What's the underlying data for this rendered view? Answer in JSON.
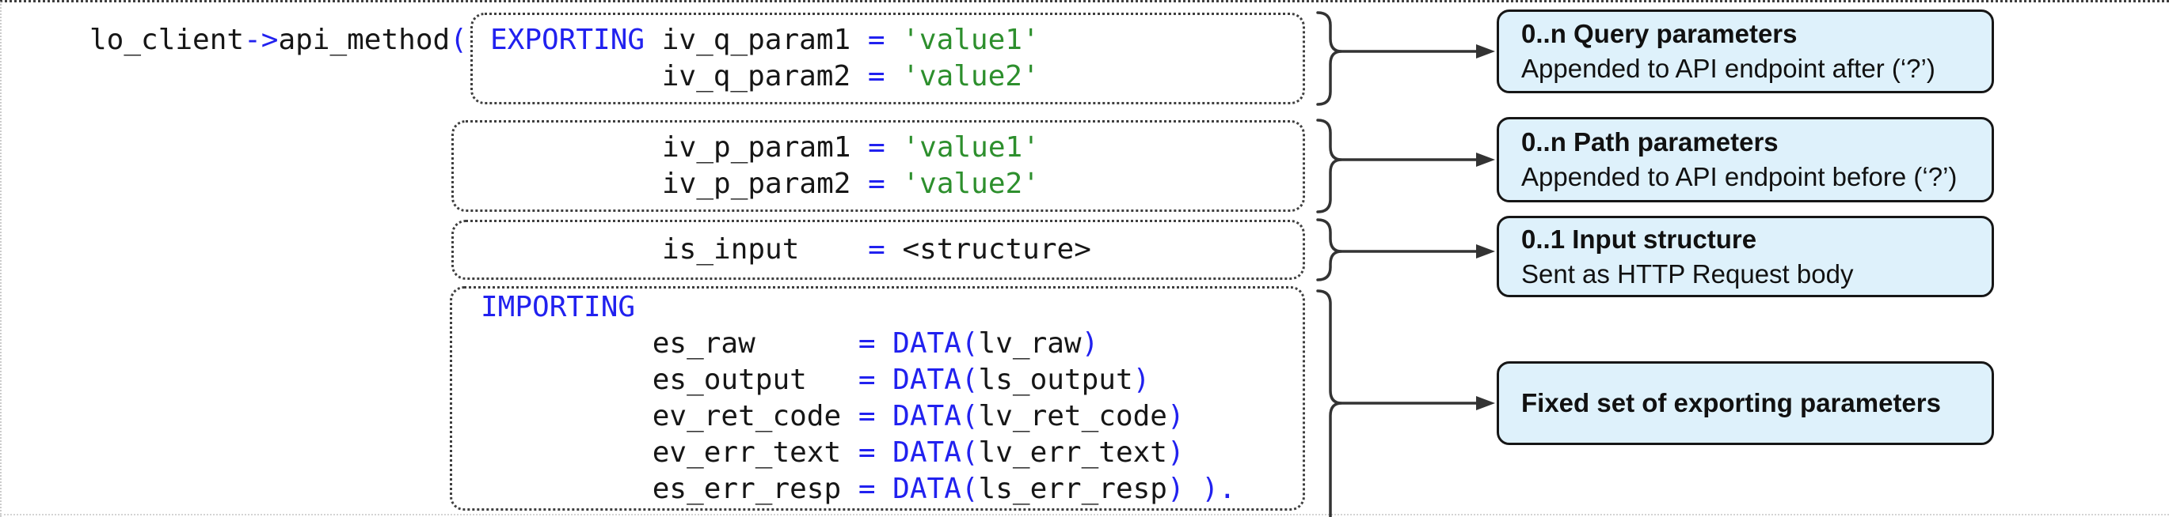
{
  "colors": {
    "keyword": "#2121ef",
    "string": "#2d8f2d",
    "code_text": "#161616",
    "annotation_fill": "#def1fb",
    "annotation_border": "#161616",
    "connector": "#333333",
    "dashed_border": "#3f3f3f"
  },
  "invocation": {
    "tokens": [
      {
        "k": "p",
        "v": "lo_client"
      },
      {
        "k": "kw",
        "v": "->"
      },
      {
        "k": "p",
        "v": "api_method"
      },
      {
        "k": "kw",
        "v": "("
      }
    ]
  },
  "code_boxes": [
    {
      "id": "query-parameters",
      "lines": [
        [
          {
            "k": "kw",
            "v": "EXPORTING"
          },
          {
            "k": "p",
            "v": " iv_q_param1 "
          },
          {
            "k": "kw",
            "v": "="
          },
          {
            "k": "p",
            "v": " "
          },
          {
            "k": "s",
            "v": "'value1'"
          }
        ],
        [
          {
            "k": "p",
            "v": "          iv_q_param2 "
          },
          {
            "k": "kw",
            "v": "="
          },
          {
            "k": "p",
            "v": " "
          },
          {
            "k": "s",
            "v": "'value2'"
          }
        ]
      ]
    },
    {
      "id": "path-parameters",
      "lines": [
        [
          {
            "k": "p",
            "v": "iv_p_param1 "
          },
          {
            "k": "kw",
            "v": "="
          },
          {
            "k": "p",
            "v": " "
          },
          {
            "k": "s",
            "v": "'value1'"
          }
        ],
        [
          {
            "k": "p",
            "v": "iv_p_param2 "
          },
          {
            "k": "kw",
            "v": "="
          },
          {
            "k": "p",
            "v": " "
          },
          {
            "k": "s",
            "v": "'value2'"
          }
        ]
      ]
    },
    {
      "id": "input-structure",
      "lines": [
        [
          {
            "k": "p",
            "v": "is_input    "
          },
          {
            "k": "kw",
            "v": "="
          },
          {
            "k": "p",
            "v": " <structure>"
          }
        ]
      ]
    },
    {
      "id": "exporting-parameters",
      "lines": [
        [
          {
            "k": "kw",
            "v": "IMPORTING"
          }
        ],
        [
          {
            "k": "p",
            "v": "          es_raw      "
          },
          {
            "k": "kw",
            "v": "= DATA("
          },
          {
            "k": "p",
            "v": "lv_raw"
          },
          {
            "k": "kw",
            "v": ")"
          }
        ],
        [
          {
            "k": "p",
            "v": "          es_output   "
          },
          {
            "k": "kw",
            "v": "= DATA("
          },
          {
            "k": "p",
            "v": "ls_output"
          },
          {
            "k": "kw",
            "v": ")"
          }
        ],
        [
          {
            "k": "p",
            "v": "          ev_ret_code "
          },
          {
            "k": "kw",
            "v": "= DATA("
          },
          {
            "k": "p",
            "v": "lv_ret_code"
          },
          {
            "k": "kw",
            "v": ")"
          }
        ],
        [
          {
            "k": "p",
            "v": "          ev_err_text "
          },
          {
            "k": "kw",
            "v": "= DATA("
          },
          {
            "k": "p",
            "v": "lv_err_text"
          },
          {
            "k": "kw",
            "v": ")"
          }
        ],
        [
          {
            "k": "p",
            "v": "          es_err_resp "
          },
          {
            "k": "kw",
            "v": "= DATA("
          },
          {
            "k": "p",
            "v": "ls_err_resp"
          },
          {
            "k": "kw",
            "v": ") )."
          }
        ]
      ]
    }
  ],
  "annotations": [
    {
      "title": "0..n Query parameters",
      "subtitle": "Appended to API endpoint after (‘?’)"
    },
    {
      "title": "0..n Path parameters",
      "subtitle": "Appended to API endpoint before (‘?’)"
    },
    {
      "title": "0..1 Input structure",
      "subtitle": "Sent as HTTP Request body"
    },
    {
      "title": "Fixed set of exporting parameters",
      "subtitle": ""
    }
  ]
}
